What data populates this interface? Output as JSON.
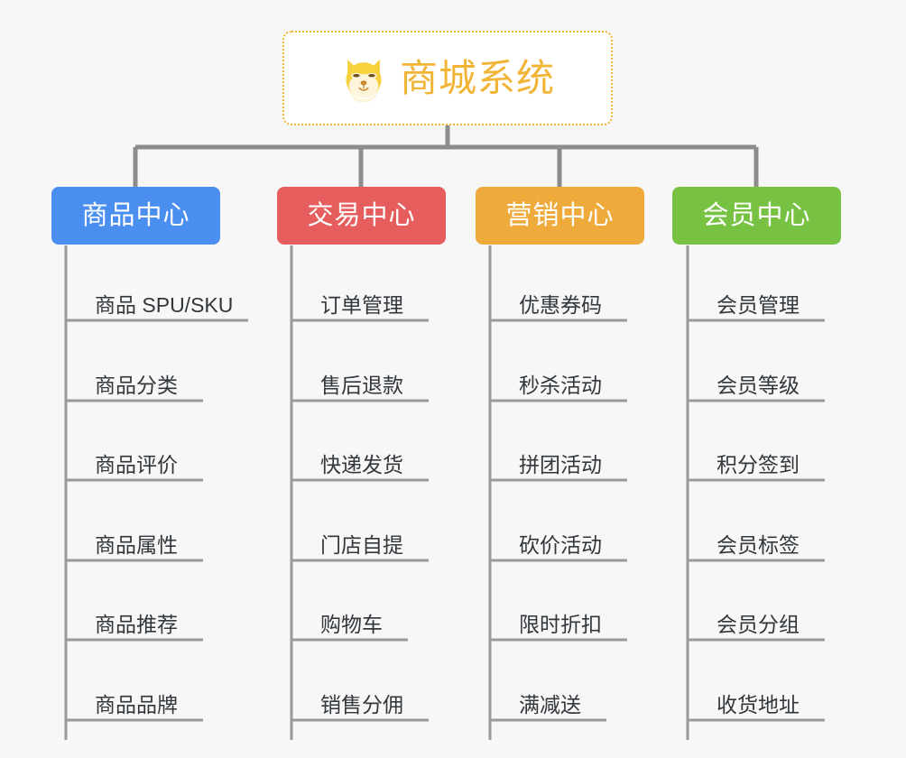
{
  "diagram": {
    "type": "mind-map",
    "background_color": "#f7f7f7",
    "root": {
      "title": "商城系统",
      "icon": "shiba-inu-dog-face-icon",
      "text_color": "#f1b434",
      "border_color": "#f2b32e",
      "background_color": "#ffffff"
    },
    "branches": [
      {
        "label": "商品中心",
        "color": "#4a8ef0",
        "items": [
          "商品 SPU/SKU",
          "商品分类",
          "商品评价",
          "商品属性",
          "商品推荐",
          "商品品牌"
        ]
      },
      {
        "label": "交易中心",
        "color": "#e65d5d",
        "items": [
          "订单管理",
          "售后退款",
          "快递发货",
          "门店自提",
          "购物车",
          "销售分佣"
        ]
      },
      {
        "label": "营销中心",
        "color": "#eeab3c",
        "items": [
          "优惠券码",
          "秒杀活动",
          "拼团活动",
          "砍价活动",
          "限时折扣",
          "满减送"
        ]
      },
      {
        "label": "会员中心",
        "color": "#77c143",
        "items": [
          "会员管理",
          "会员等级",
          "积分签到",
          "会员标签",
          "会员分组",
          "收货地址"
        ]
      }
    ],
    "connector_color": "#8c8c8c",
    "leaf_text_color": "#32373c",
    "leaf_rule_color": "#9a9a9a"
  }
}
